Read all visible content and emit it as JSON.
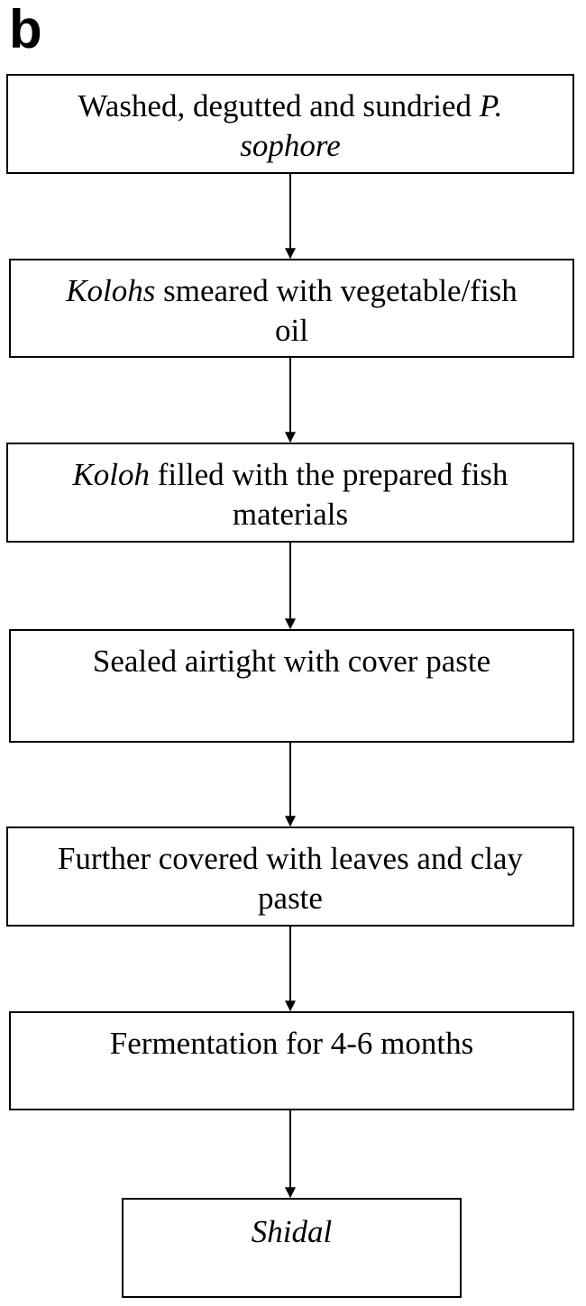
{
  "panel_label": "b",
  "steps": [
    {
      "line1": {
        "before": "Washed, degutted and sundried ",
        "italic": "P.",
        "after": ""
      },
      "line2": {
        "before": "",
        "italic": "sophore",
        "after": ""
      }
    },
    {
      "line1": {
        "before": "",
        "italic": "Kolohs",
        "after": " smeared with vegetable/fish"
      },
      "line2": {
        "before": "oil",
        "italic": "",
        "after": ""
      }
    },
    {
      "line1": {
        "before": "",
        "italic": "Koloh",
        "after": " filled with the prepared fish"
      },
      "line2": {
        "before": "materials",
        "italic": "",
        "after": ""
      }
    },
    {
      "line1": {
        "before": "Sealed airtight with cover paste",
        "italic": "",
        "after": ""
      },
      "line2": {
        "before": "",
        "italic": "",
        "after": ""
      }
    },
    {
      "line1": {
        "before": "Further covered with leaves and clay",
        "italic": "",
        "after": ""
      },
      "line2": {
        "before": "paste",
        "italic": "",
        "after": ""
      }
    },
    {
      "line1": {
        "before": "Fermentation for 4-6 months",
        "italic": "",
        "after": ""
      },
      "line2": {
        "before": "",
        "italic": "",
        "after": ""
      }
    },
    {
      "line1": {
        "before": "",
        "italic": "Shidal",
        "after": ""
      },
      "line2": {
        "before": "",
        "italic": "",
        "after": ""
      }
    }
  ],
  "colors": {
    "stroke": "#000000",
    "background": "#ffffff"
  }
}
